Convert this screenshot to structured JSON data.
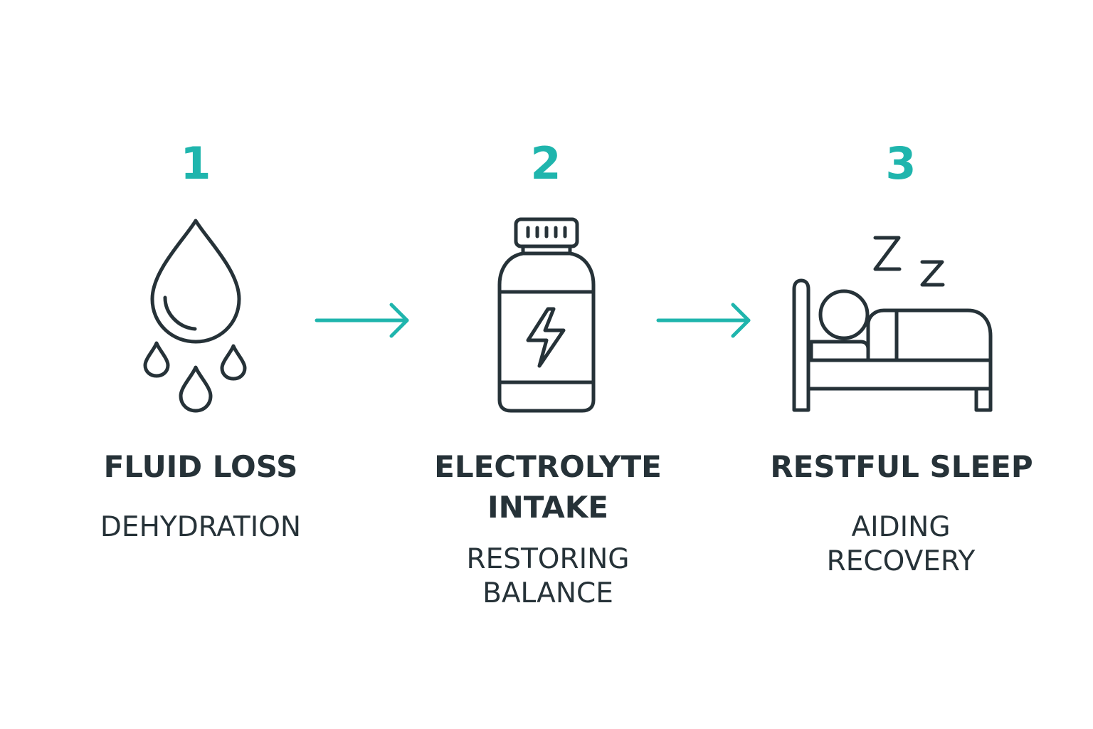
{
  "colors": {
    "accent": "#1fb5ad",
    "ink": "#263238",
    "background": "#ffffff"
  },
  "steps": [
    {
      "number": "1",
      "icon": "water-drops-icon",
      "title_lines": [
        "FLUID LOSS"
      ],
      "subtitle_lines": [
        "DEHYDRATION"
      ]
    },
    {
      "number": "2",
      "icon": "electrolyte-bottle-icon",
      "title_lines": [
        "ELECTROLYTE",
        "INTAKE"
      ],
      "subtitle_lines": [
        "RESTORING",
        "BALANCE"
      ]
    },
    {
      "number": "3",
      "icon": "person-sleeping-in-bed-icon",
      "title_lines": [
        "RESTFUL SLEEP"
      ],
      "subtitle_lines": [
        "AIDING",
        "RECOVERY"
      ]
    }
  ],
  "connectors": [
    {
      "from": "1",
      "to": "2",
      "icon": "arrow-right-icon"
    },
    {
      "from": "2",
      "to": "3",
      "icon": "arrow-right-icon"
    }
  ]
}
